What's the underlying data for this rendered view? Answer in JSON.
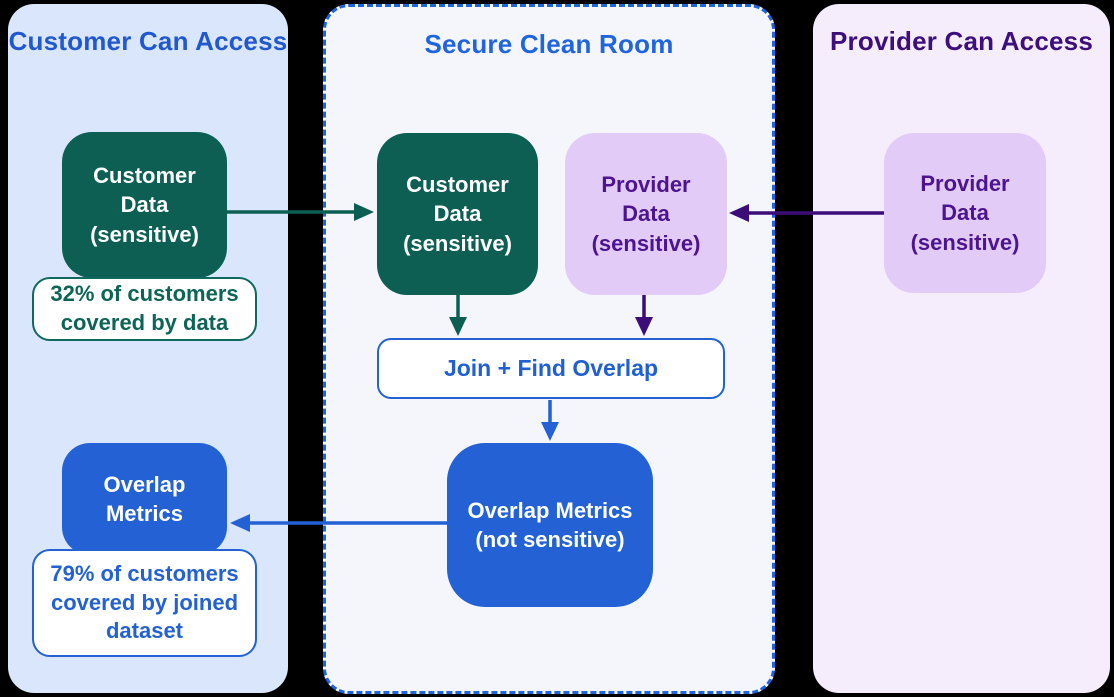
{
  "panels": {
    "customer": {
      "title": "Customer Can Access"
    },
    "clean_room": {
      "title": "Secure Clean Room"
    },
    "provider": {
      "title": "Provider Can Access"
    }
  },
  "nodes": {
    "customer_data_left": {
      "label": "Customer\nData\n(sensitive)"
    },
    "customer_data_room": {
      "label": "Customer\nData\n(sensitive)"
    },
    "provider_data_room": {
      "label": "Provider\nData\n(sensitive)"
    },
    "provider_data_right": {
      "label": "Provider\nData\n(sensitive)"
    },
    "join_overlap": {
      "label": "Join + Find Overlap"
    },
    "overlap_metrics_room": {
      "label": "Overlap Metrics\n(not sensitive)"
    },
    "overlap_metrics_left": {
      "label": "Overlap\nMetrics"
    }
  },
  "captions": {
    "customer_coverage": {
      "text": "32% of customers\ncovered by data"
    },
    "joined_coverage": {
      "text": "79% of customers\ncovered by joined\ndataset"
    }
  },
  "colors": {
    "teal": "#0d5f54",
    "blue": "#2361d4",
    "purple_dark": "#3c0d78",
    "lavender_node": "#e3cbf7",
    "purple_text": "#4c1490",
    "panel_customer_bg": "#d9e6fb",
    "panel_clean_room_bg": "#f4f6fb",
    "panel_provider_bg": "#f5edfc",
    "clean_room_border": "#2065de",
    "title_customer": "#2158cf",
    "title_provider": "#3d0e7c"
  }
}
